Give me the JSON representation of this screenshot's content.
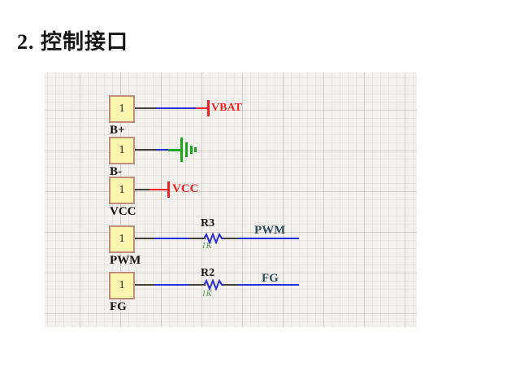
{
  "page": {
    "heading": "2. 控制接口"
  },
  "schematic": {
    "connectors": [
      {
        "pin": "1",
        "label": "B+"
      },
      {
        "pin": "1",
        "label": "B-"
      },
      {
        "pin": "1",
        "label": "VCC"
      },
      {
        "pin": "1",
        "label": "PWM"
      },
      {
        "pin": "1",
        "label": "FG"
      }
    ],
    "power_ports": {
      "vbat": "VBAT",
      "vcc": "VCC"
    },
    "resistors": [
      {
        "ref": "R3",
        "value": "1K",
        "net": "PWM"
      },
      {
        "ref": "R2",
        "value": "1K",
        "net": "FG"
      }
    ],
    "colors": {
      "grid_bg": "#f2f1ed",
      "wire_blue": "#2a2ad8",
      "pin_dark": "#3f3e37",
      "power_red": "#ee2424",
      "ground_green": "#1fa31f",
      "value_green": "#5a9b50",
      "net_label": "#2e4d5a",
      "box_fill": "#fbf5ae",
      "box_border": "#c08f7c"
    }
  }
}
